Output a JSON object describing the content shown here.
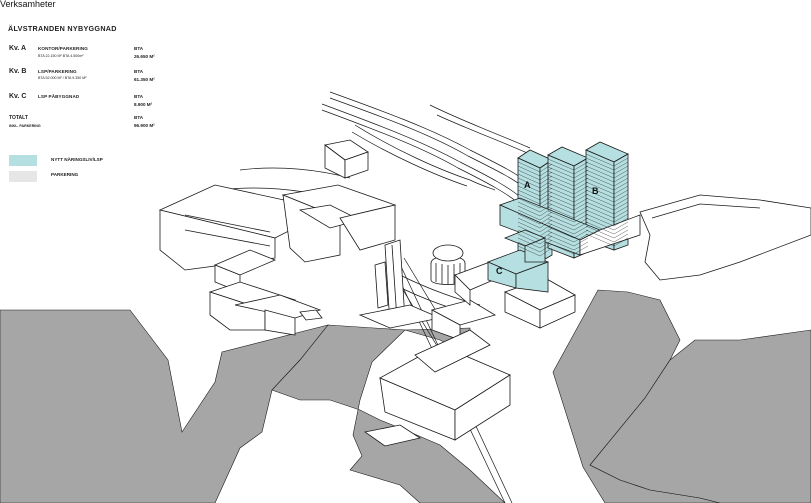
{
  "page_title": "Verksamheter",
  "section_title": "ÄLVSTRANDEN NYBYGGNAD",
  "blocks": [
    {
      "kv": "Kv. A",
      "use": "KONTOR/PARKERING",
      "sub": "BTA 22.150 M² BTA 4.500m²",
      "bta_label": "BTA",
      "bta_value": "26.650 M²"
    },
    {
      "kv": "Kv. B",
      "use": "LSP/PARKERING",
      "sub": "BTA 52.000 M² / BTA 9.350 M²",
      "bta_label": "BTA",
      "bta_value": "61.350 M²"
    },
    {
      "kv": "Kv. C",
      "use": "LSP PÅBYGGNAD",
      "sub": "",
      "bta_label": "BTA",
      "bta_value": "8.900 M²"
    }
  ],
  "total": {
    "label": "TOTALT",
    "sub": "INKL. PARKERING",
    "bta_label": "BTA",
    "bta_value": "96.900 M²"
  },
  "legend": [
    {
      "label": "NYTT NÄRINGSLIV/LSP",
      "color": "#b6dfe1"
    },
    {
      "label": "PARKERING",
      "color": "#e6e6e6"
    }
  ],
  "building_labels": {
    "a": "A",
    "b": "B",
    "c": "C"
  },
  "colors": {
    "water": "#a6a6a6",
    "highlight": "#b6dfe1",
    "line": "#1a1a1a"
  }
}
